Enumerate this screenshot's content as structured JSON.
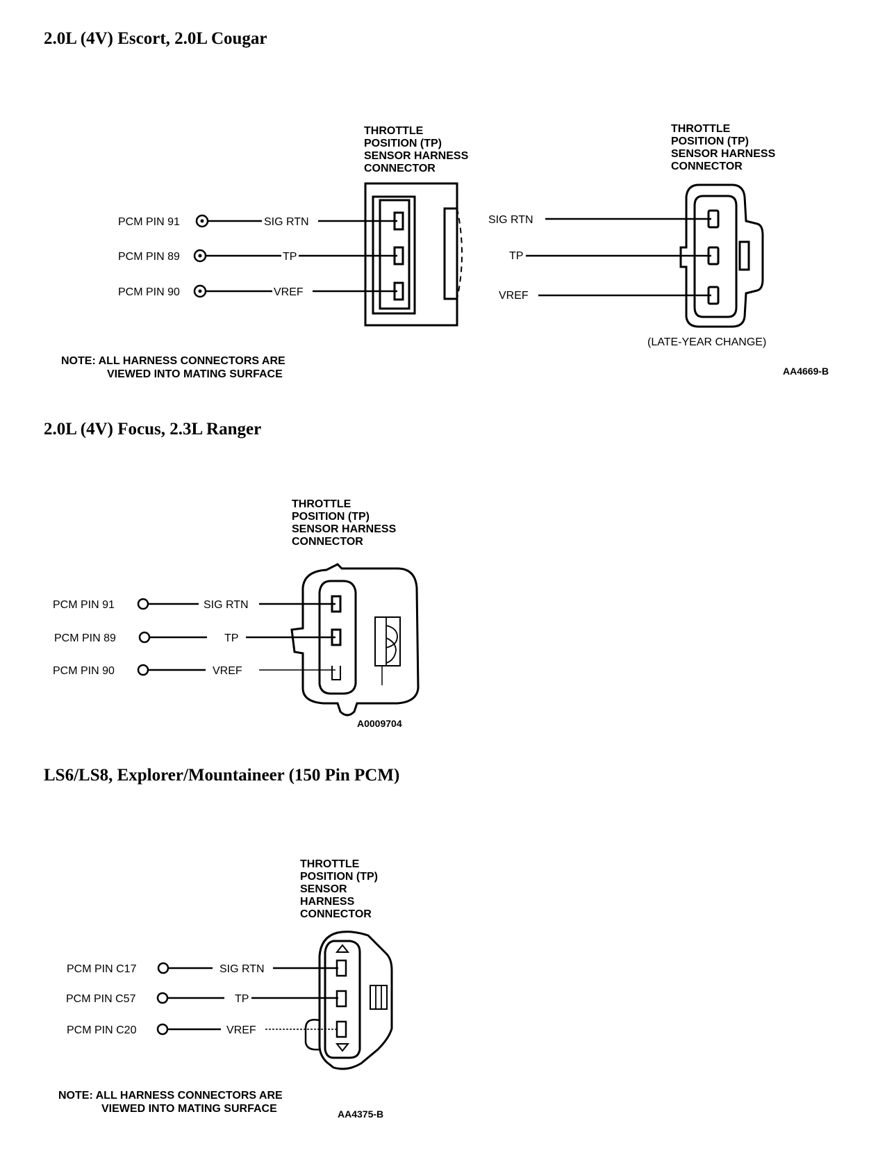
{
  "sections": [
    {
      "title": "2.0L (4V) Escort, 2.0L Cougar",
      "connector_title": [
        "THROTTLE",
        "POSITION (TP)",
        "SENSOR HARNESS",
        "CONNECTOR"
      ],
      "connector2_title": [
        "THROTTLE",
        "POSITION (TP)",
        "SENSOR HARNESS",
        "CONNECTOR"
      ],
      "pins": [
        {
          "pcm": "PCM PIN 91",
          "signal": "SIG RTN"
        },
        {
          "pcm": "PCM PIN 89",
          "signal": "TP"
        },
        {
          "pcm": "PCM PIN 90",
          "signal": "VREF"
        }
      ],
      "alt_signals": [
        "SIG RTN",
        "TP",
        "VREF"
      ],
      "caption": "(LATE-YEAR CHANGE)",
      "note": [
        "NOTE: ALL HARNESS CONNECTORS ARE",
        "VIEWED INTO MATING SURFACE"
      ],
      "code": "AA4669-B"
    },
    {
      "title": "2.0L (4V) Focus, 2.3L Ranger",
      "connector_title": [
        "THROTTLE",
        "POSITION (TP)",
        "SENSOR HARNESS",
        "CONNECTOR"
      ],
      "pins": [
        {
          "pcm": "PCM PIN 91",
          "signal": "SIG RTN"
        },
        {
          "pcm": "PCM PIN 89",
          "signal": "TP"
        },
        {
          "pcm": "PCM PIN 90",
          "signal": "VREF"
        }
      ],
      "code": "A0009704"
    },
    {
      "title": "LS6/LS8, Explorer/Mountaineer (150 Pin PCM)",
      "connector_title": [
        "THROTTLE",
        "POSITION (TP)",
        "SENSOR",
        "HARNESS",
        "CONNECTOR"
      ],
      "pins": [
        {
          "pcm": "PCM PIN C17",
          "signal": "SIG RTN"
        },
        {
          "pcm": "PCM PIN C57",
          "signal": "TP"
        },
        {
          "pcm": "PCM PIN C20",
          "signal": "VREF"
        }
      ],
      "note": [
        "NOTE: ALL HARNESS CONNECTORS ARE",
        "VIEWED INTO MATING SURFACE"
      ],
      "code": "AA4375-B"
    }
  ]
}
